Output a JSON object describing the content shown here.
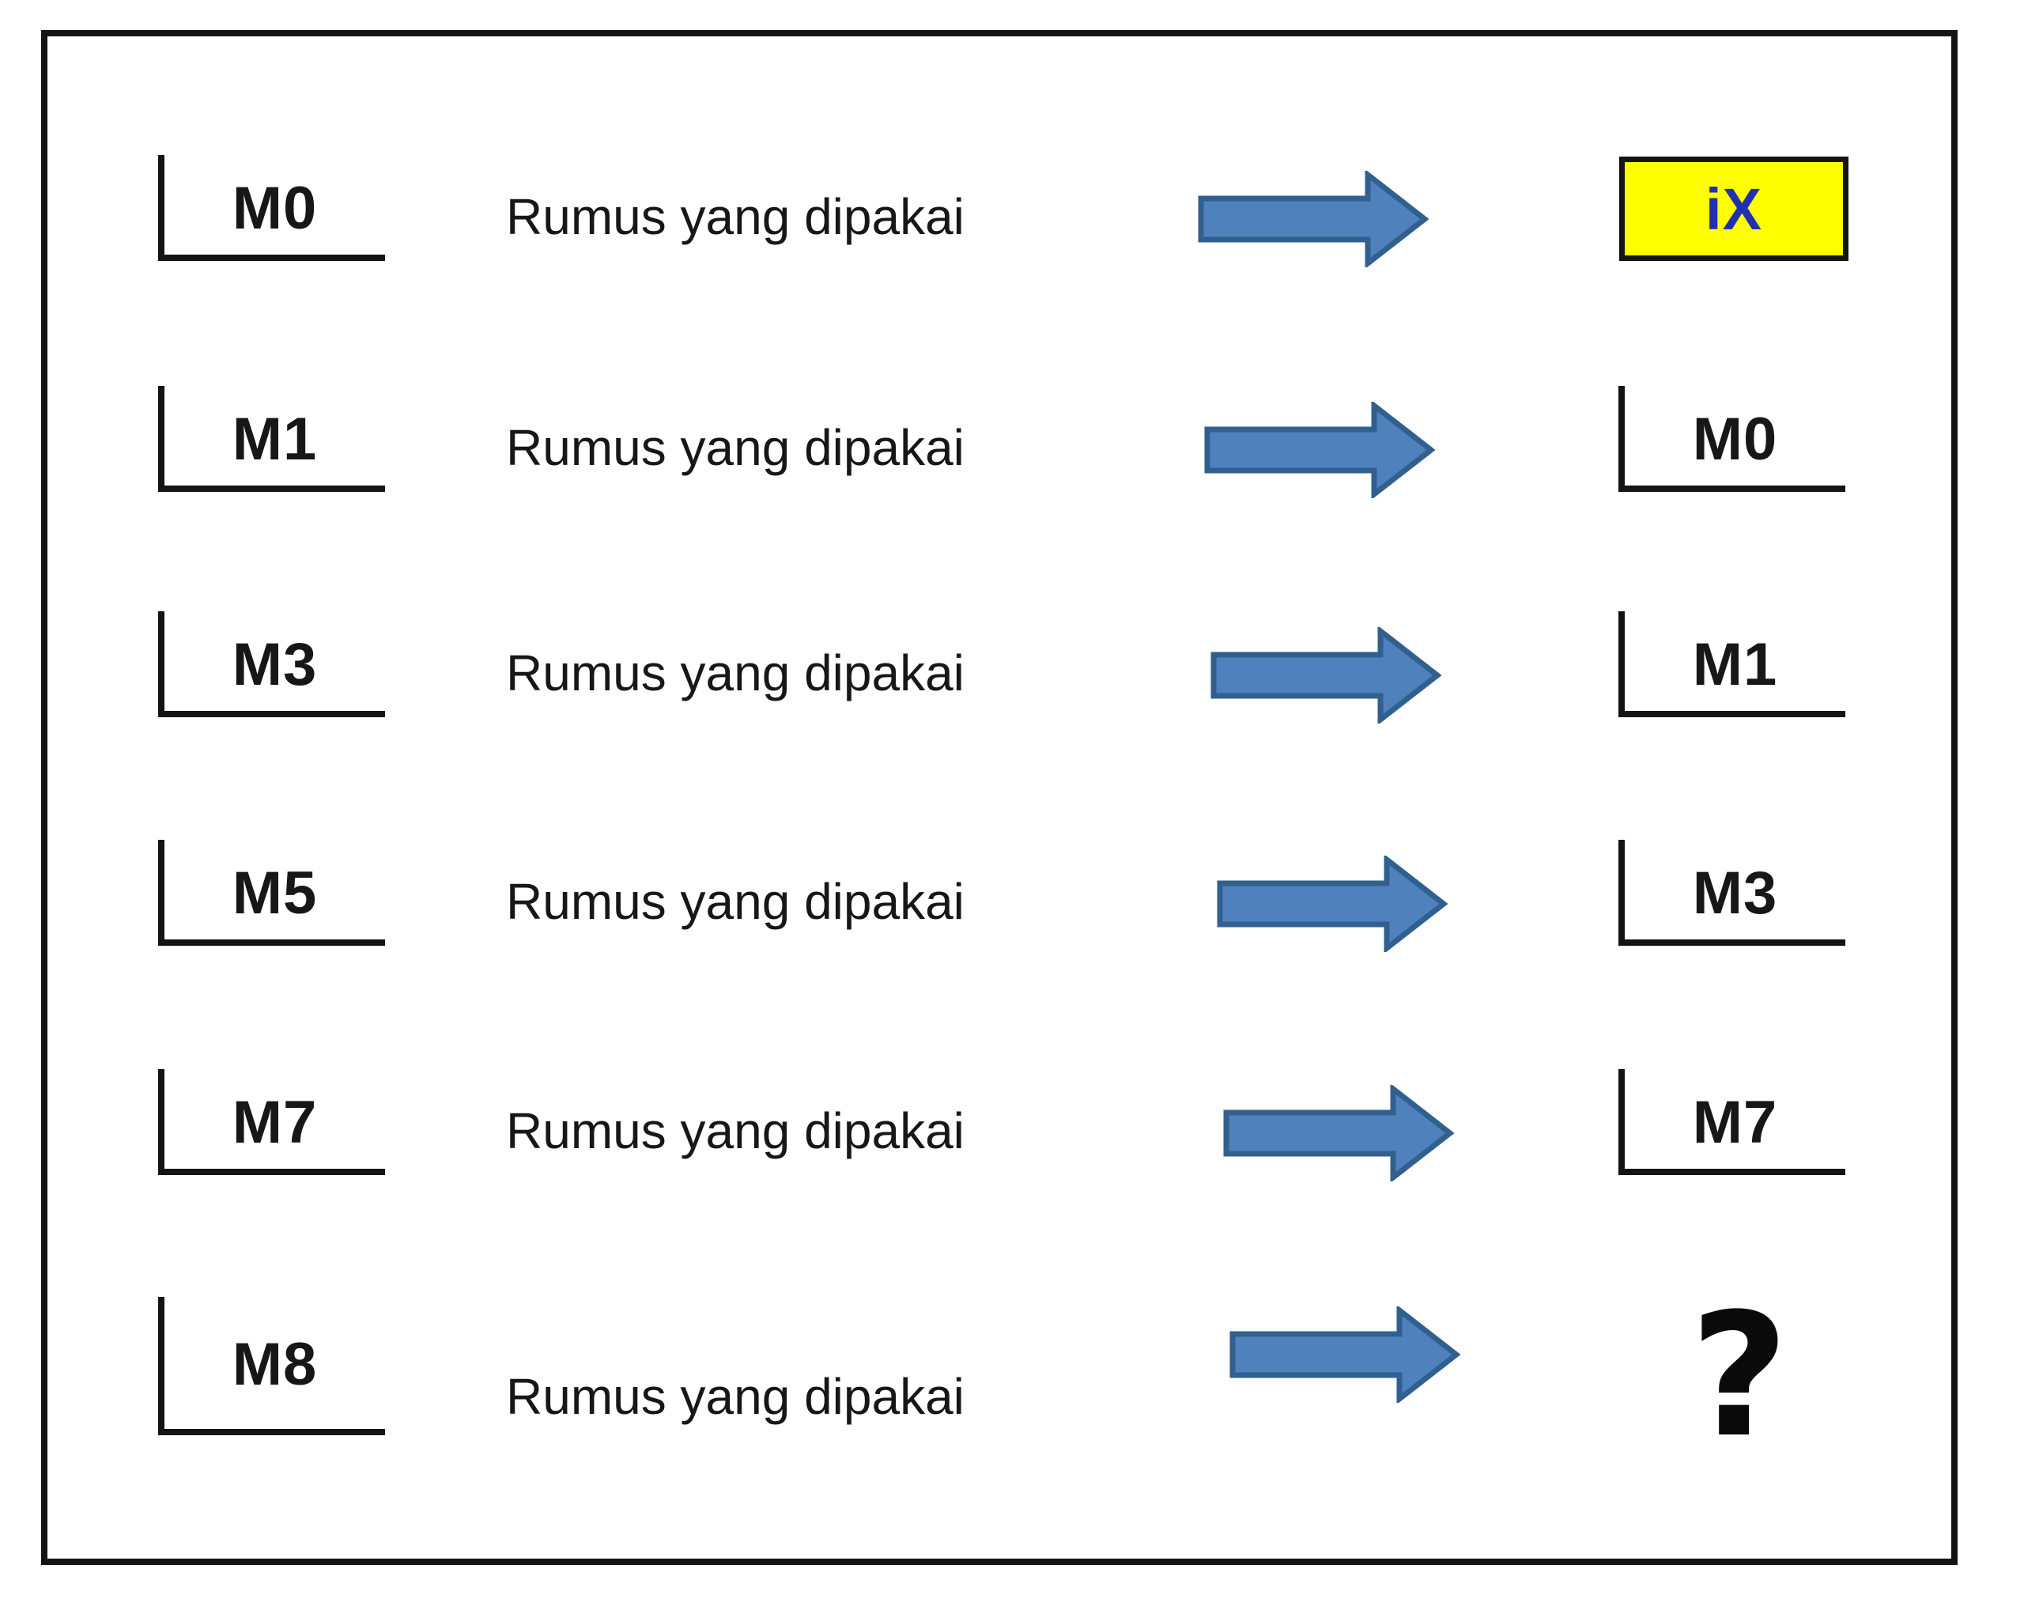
{
  "rows": [
    {
      "input": "M0",
      "process": "Rumus yang dipakai",
      "output": "iX"
    },
    {
      "input": "M1",
      "process": "Rumus yang dipakai",
      "output": "M0"
    },
    {
      "input": "M3",
      "process": "Rumus yang dipakai",
      "output": "M1"
    },
    {
      "input": "M5",
      "process": "Rumus yang dipakai",
      "output": "M3"
    },
    {
      "input": "M7",
      "process": "Rumus yang dipakai",
      "output": "M7"
    },
    {
      "input": "M8",
      "process": "Rumus yang dipakai",
      "output": "?"
    }
  ],
  "theme": {
    "arrow_fill": "#4f81bd",
    "arrow_border": "#31608f",
    "highlight_bg": "#ffff00",
    "highlight_text": "#2130b0",
    "line_color": "#141414",
    "text_color": "#171717"
  }
}
